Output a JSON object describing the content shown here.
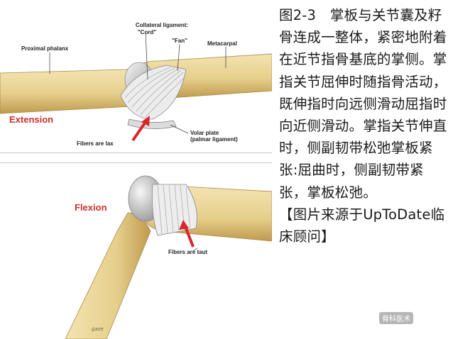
{
  "top_panel": {
    "title": "Extension",
    "labels": {
      "collateral_ligament": "Collateral ligament:",
      "cord": "\"Cord\"",
      "fan": "\"Fan\"",
      "proximal_phalanx": "Proximal phalanx",
      "metacarpal": "Metacarpal",
      "fibers": "Fibers are lax",
      "volar_plate": "Volar plate",
      "palmar_ligament": "(palmar ligament)"
    }
  },
  "bottom_panel": {
    "title": "Flexion",
    "labels": {
      "fibers": "Fibers are taut"
    },
    "signature": "gaze"
  },
  "caption": {
    "text": "图2-3　掌板与关节囊及籽骨连成一整体，紧密地附着在近节指骨基底的掌侧。掌指关节屈伸时随指骨活动，既伸指时向远侧滑动屈指时向近侧滑动。掌指关节伸直时，侧副韧带松弛掌板紧张:屈曲时，侧副韧带紧张，掌板松弛。",
    "source": "【图片来源于UpToDate临床顾问】"
  },
  "watermark": "骨科医术",
  "colors": {
    "bone": "#e9d79b",
    "bone_shade": "#c8a85c",
    "ligament": "#e6e6e6",
    "arrow": "#d9262c",
    "title": "#c9302c"
  }
}
